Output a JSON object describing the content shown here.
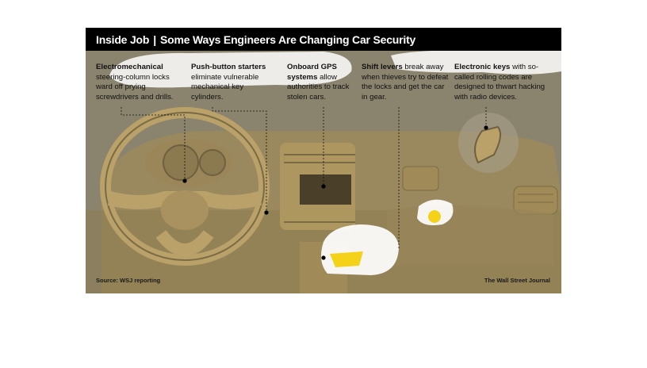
{
  "title": {
    "prefix": "Inside Job",
    "separator": "|",
    "main": "Some Ways Engineers Are Changing Car Security"
  },
  "callouts": [
    {
      "bold": "Electromechanical",
      "text": "steering-column locks ward off prying screwdrivers and drills."
    },
    {
      "bold": "Push-button starters",
      "text": "eliminate vulnerable mechanical key cylinders."
    },
    {
      "bold": "Onboard GPS systems",
      "text": "allow authorities to track stolen cars."
    },
    {
      "bold": "Shift levers",
      "text": "break away when thieves try to defeat the locks and get the car in gear."
    },
    {
      "bold": "Electronic keys",
      "text": "with so-called rolling codes are designed to thwart hacking with radio devices."
    }
  ],
  "source": "Source: WSJ reporting",
  "credit": "The Wall Street Journal",
  "colors": {
    "background": "#8a836e",
    "title_bar": "#000000",
    "dashboard": "#a8915a",
    "highlight": "#f5d21a"
  }
}
